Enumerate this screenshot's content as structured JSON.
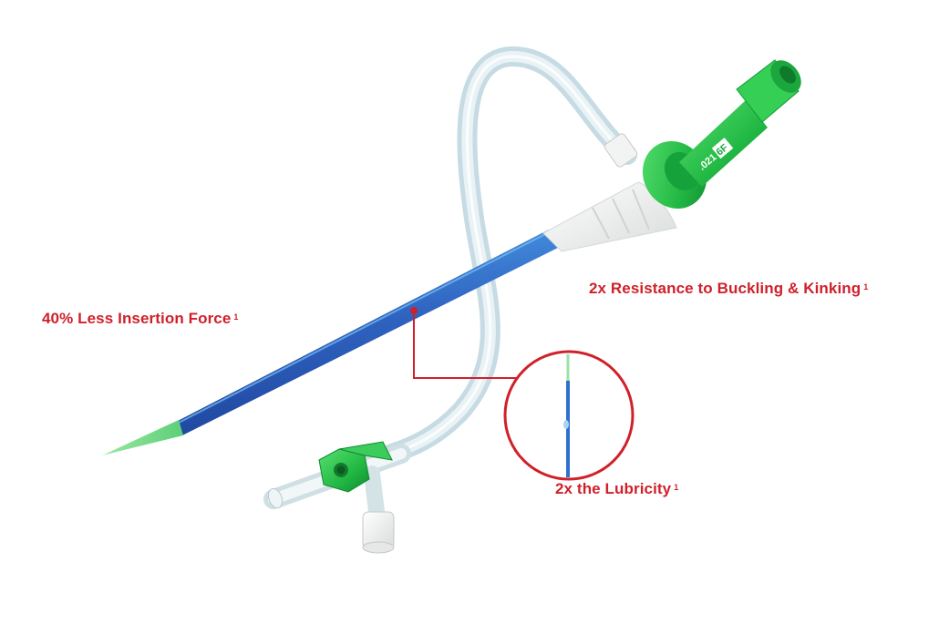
{
  "diagram": {
    "subject": "Catheter introducer sheath with dilator",
    "colors": {
      "callout_red": "#d0202a",
      "sheath_blue": "#2f63c0",
      "sheath_blue_light": "#3d86dc",
      "tip_green": "#7fdc8a",
      "hub_green": "#27c24a",
      "hub_green_dark": "#0f9a34",
      "tubing": "#d6e6ec",
      "cap_white": "#f0f0ee"
    },
    "callouts": [
      {
        "text": "40% Less Insertion Force",
        "footnote": "1"
      },
      {
        "text": "2x Resistance to Buckling & Kinking",
        "footnote": "1"
      },
      {
        "text": "2x the Lubricity",
        "footnote": "1"
      }
    ],
    "hub_markings": {
      "wire_size": ".021",
      "french_size": "6F"
    },
    "parts": [
      "dilator-tip",
      "sheath-shaft",
      "strain-relief",
      "hub",
      "side-port-tubing",
      "stopcock",
      "stopcock-cap"
    ]
  }
}
